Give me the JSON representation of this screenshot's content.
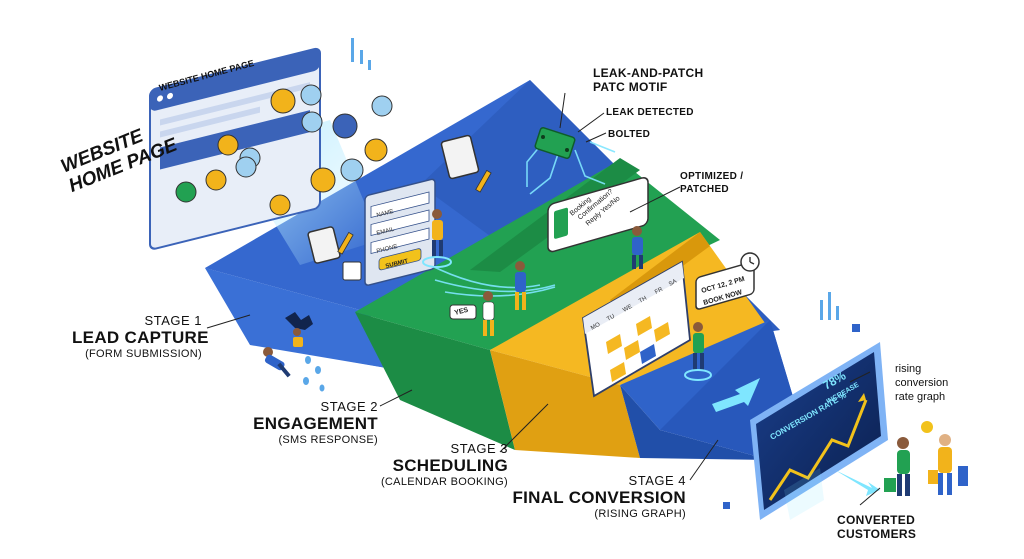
{
  "website": {
    "browser_title": "WEBSITE HOME PAGE",
    "big_label_line1": "WEBSITE",
    "big_label_line2": "HOME PAGE"
  },
  "form": {
    "field_name": "NAME",
    "field_email": "EMAIL",
    "field_phone": "PHONE",
    "submit": "SUBMIT"
  },
  "sms": {
    "line1": "Booking",
    "line2": "Confirmation?",
    "line3": "Reply Yes/No",
    "reply": "YES"
  },
  "calendar": {
    "days": [
      "MO",
      "TU",
      "WE",
      "TH",
      "FR",
      "SA"
    ],
    "event_time": "OCT 12, 2 PM",
    "book_now": "BOOK NOW"
  },
  "graph": {
    "label": "CONVERSION RATE %",
    "increase_value": "78%",
    "increase_word": "INCREASE"
  },
  "callouts": {
    "motif_line1": "LEAK-AND-PATCH",
    "motif_line2": "PATC MOTIF",
    "leak": "LEAK DETECTED",
    "bolted": "BOLTED",
    "optimized_line1": "OPTIMIZED /",
    "optimized_line2": "PATCHED",
    "rising_line1": "rising",
    "rising_line2": "conversion",
    "rising_line3": "rate graph",
    "customers_line1": "CONVERTED",
    "customers_line2": "CUSTOMERS"
  },
  "stages": [
    {
      "num": "STAGE 1",
      "name": "LEAD CAPTURE",
      "sub": "(FORM SUBMISSION)"
    },
    {
      "num": "STAGE 2",
      "name": "ENGAGEMENT",
      "sub": "(SMS RESPONSE)"
    },
    {
      "num": "STAGE 3",
      "name": "SCHEDULING",
      "sub": "(CALENDAR BOOKING)"
    },
    {
      "num": "STAGE 4",
      "name": "FINAL CONVERSION",
      "sub": "(RISING GRAPH)"
    }
  ],
  "colors": {
    "blue": "#2f63c9",
    "blue_dark": "#1e4aa3",
    "green": "#1f9a4a",
    "green_dark": "#177a3a",
    "yellow": "#f2b31b",
    "yellow_dark": "#d9980c",
    "screen": "#0d2a66",
    "accent": "#7fe6ff"
  }
}
